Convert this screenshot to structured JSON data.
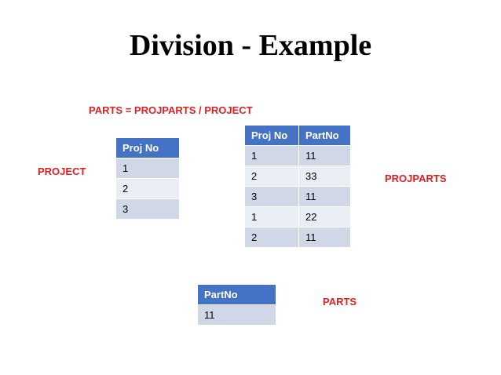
{
  "title": "Division - Example",
  "formula": "PARTS  = PROJPARTS / PROJECT",
  "labels": {
    "project": "PROJECT",
    "projparts": "PROJPARTS",
    "parts": "PARTS"
  },
  "project_table": {
    "headers": [
      "Proj No"
    ],
    "rows": [
      [
        "1"
      ],
      [
        "2"
      ],
      [
        "3"
      ]
    ]
  },
  "projparts_table": {
    "headers": [
      "Proj No",
      "PartNo"
    ],
    "rows": [
      [
        "1",
        "11"
      ],
      [
        "2",
        "33"
      ],
      [
        "3",
        "11"
      ],
      [
        "1",
        "22"
      ],
      [
        "2",
        "11"
      ]
    ]
  },
  "parts_table": {
    "headers": [
      "PartNo"
    ],
    "rows": [
      [
        "11"
      ]
    ]
  },
  "colors": {
    "header_bg": "#4472c4",
    "row_odd": "#d0d8e8",
    "row_even": "#e9edf4",
    "label_red": "#e02020"
  }
}
